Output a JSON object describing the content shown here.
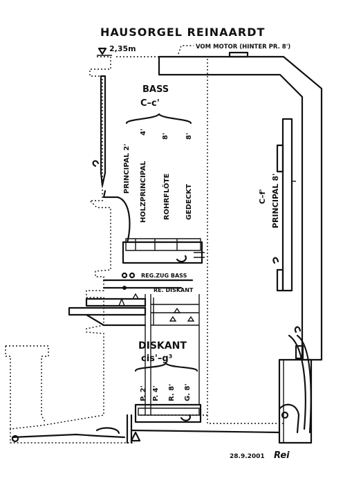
{
  "title": "HAUSORGEL REINAARDT",
  "height_label": "2,35m",
  "motor_label": "VOM MOTOR (HINTER PR. 8')",
  "bass": {
    "heading": "BASS",
    "range": "C–c'",
    "stops_row1": [
      "PRINCIPAL 2'",
      "4'",
      "8'",
      "8'"
    ],
    "stops_row2": [
      "HOLZPRINCIPAL",
      "ROHRFLÖTE",
      "GEDECKT"
    ]
  },
  "principal_right": {
    "range": "C–f'",
    "name": "PRINCIPAL 8'"
  },
  "register_labels": [
    "REG.ZUG BASS",
    "RE. DISKANT"
  ],
  "diskant": {
    "heading": "DISKANT",
    "range": "cis'–g³",
    "stops": [
      "P. 2'",
      "P. 4'",
      "R. 8'",
      "G. 8'"
    ]
  },
  "signature": {
    "date": "28.9.2001",
    "initials": "Rei"
  }
}
